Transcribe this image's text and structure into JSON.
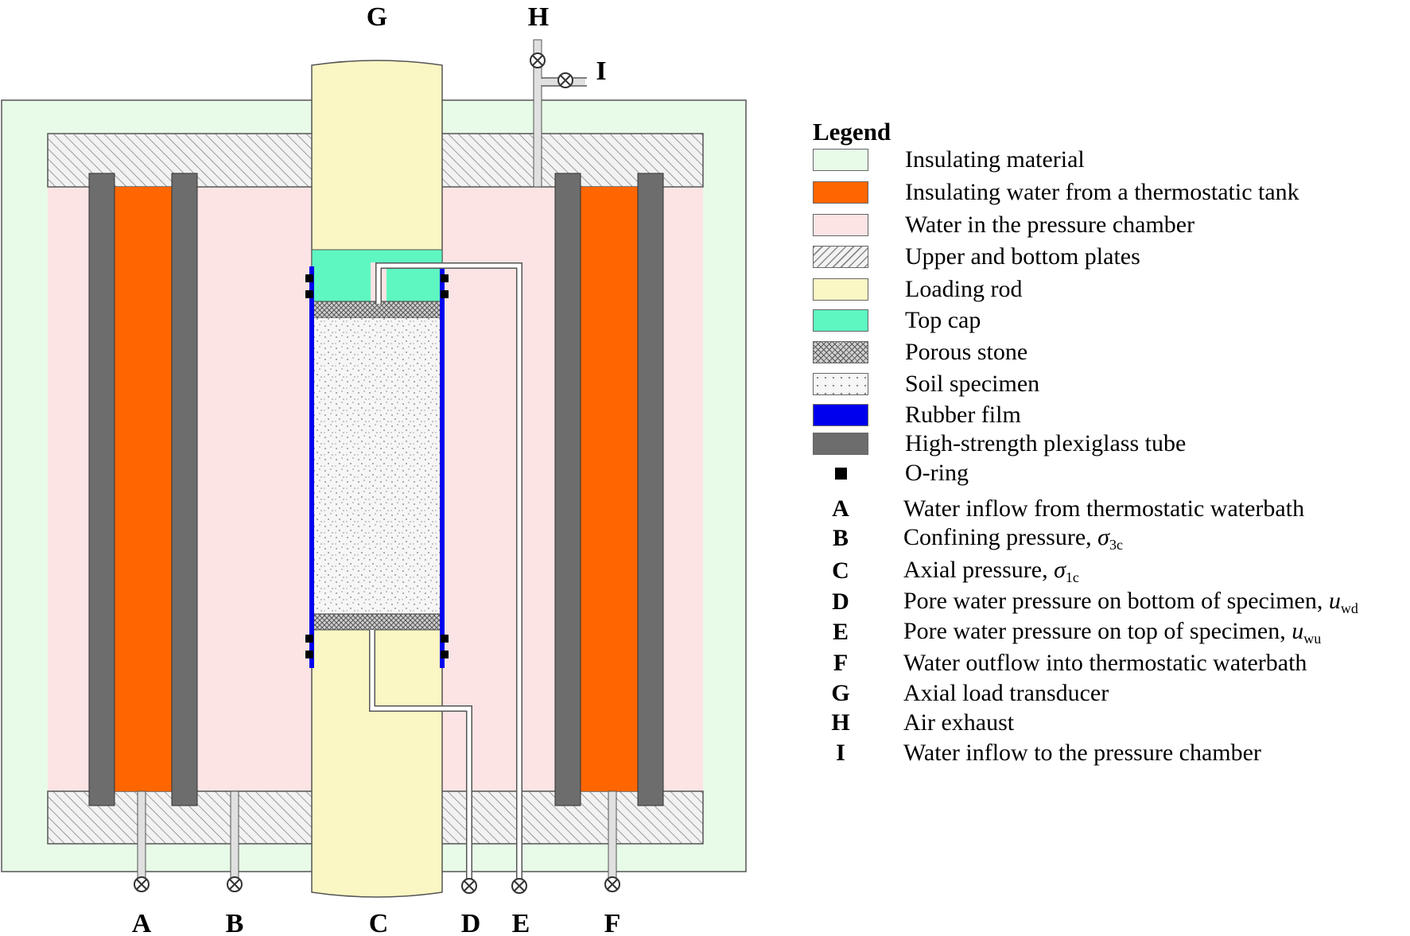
{
  "legend": {
    "title": "Legend",
    "items": [
      {
        "label": "Insulating material",
        "color": "#e8fbe8",
        "pattern": "solid"
      },
      {
        "label": "Insulating water from a thermostatic tank",
        "color": "#ff6600",
        "pattern": "solid"
      },
      {
        "label": "Water in the pressure chamber",
        "color": "#fde4e4",
        "pattern": "solid"
      },
      {
        "label": "Upper and bottom plates",
        "color": "#e8e8e8",
        "pattern": "hatch"
      },
      {
        "label": "Loading rod",
        "color": "#fbf7c4",
        "pattern": "solid"
      },
      {
        "label": "Top cap",
        "color": "#5ef7c1",
        "pattern": "solid"
      },
      {
        "label": "Porous stone",
        "color": "#bbbbbb",
        "pattern": "crosshatch"
      },
      {
        "label": "Soil specimen",
        "color": "#f4f4f4",
        "pattern": "dots"
      },
      {
        "label": "Rubber film",
        "color": "#0000ee",
        "pattern": "solid"
      },
      {
        "label": "High-strength plexiglass tube",
        "color": "#6d6d6d",
        "pattern": "solid"
      },
      {
        "label": "O-ring",
        "color": "#000000",
        "pattern": "square"
      }
    ]
  },
  "keys": [
    {
      "letter": "A",
      "text": "Water inflow from thermostatic waterbath"
    },
    {
      "letter": "B",
      "text": "Confining pressure, ",
      "symbol": "σ",
      "sub": "3c"
    },
    {
      "letter": "C",
      "text": "Axial pressure, ",
      "symbol": "σ",
      "sub": "1c"
    },
    {
      "letter": "D",
      "text": "Pore water pressure on bottom of specimen, ",
      "symbol": "u",
      "sub": "wd"
    },
    {
      "letter": "E",
      "text": "Pore water pressure on top of specimen, ",
      "symbol": "u",
      "sub": "wu"
    },
    {
      "letter": "F",
      "text": "Water outflow into thermostatic waterbath"
    },
    {
      "letter": "G",
      "text": "Axial load transducer"
    },
    {
      "letter": "H",
      "text": "Air exhaust"
    },
    {
      "letter": "I",
      "text": "Water inflow to the pressure chamber"
    }
  ],
  "diagram_labels": {
    "A": "A",
    "B": "B",
    "C": "C",
    "D": "D",
    "E": "E",
    "F": "F",
    "G": "G",
    "H": "H",
    "I": "I"
  }
}
